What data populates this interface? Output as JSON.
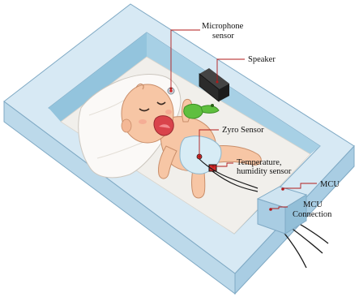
{
  "labels": {
    "microphone_line1": "Microphone",
    "microphone_line2": "sensor",
    "speaker": "Speaker",
    "zyro": "Zyro Sensor",
    "temp_line1": "Temperature,",
    "temp_line2": "humidity sensor",
    "mcu": "MCU",
    "mcu_conn_line1": "MCU",
    "mcu_conn_line2": "Connection"
  },
  "colors": {
    "frame_top": "#d7e9f4",
    "frame_side_front": "#a9cde3",
    "frame_side_left": "#bcd9ea",
    "inner_wall": "#93c4dd",
    "floor": "#f1efeb",
    "pillow": "#fbf9f7",
    "skin": "#f7c6a5",
    "diaper": "#d7ecf5",
    "toy": "#5fbf3f",
    "sensor_dot": "#d22c2c",
    "leader_line": "#b21a1a",
    "speaker_box": "#2b2b2b",
    "mcu_box": "#a9cde3",
    "cable": "#1a1a1a"
  }
}
